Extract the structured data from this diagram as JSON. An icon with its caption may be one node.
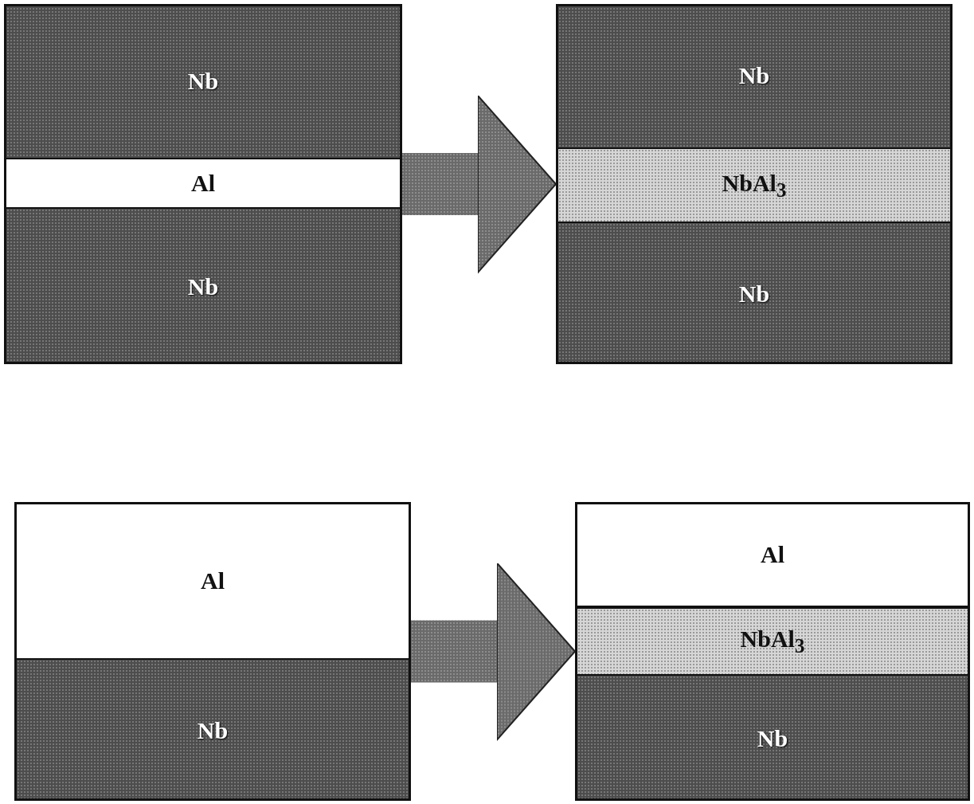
{
  "diagram": {
    "nodes": [
      {
        "text": [],
        "shape": "box"
      },
      {
        "text": [
          "Nb"
        ],
        "in": 0
      },
      {
        "text": [
          "Al"
        ],
        "in": 0
      },
      {
        "text": [
          "Nb"
        ],
        "in": 0
      },
      {
        "text": [],
        "shape": "box"
      },
      {
        "text": [
          "Nb"
        ],
        "in": 4
      },
      {
        "text": [
          "NbAl$_{3}$"
        ],
        "in": 4
      },
      {
        "text": [
          "Nb"
        ],
        "in": 4
      },
      {
        "text": [],
        "shape": "box"
      },
      {
        "text": [
          "Al"
        ],
        "in": 8
      },
      {
        "text": [
          "Nb"
        ],
        "in": 8
      },
      {
        "text": [],
        "shape": "box"
      },
      {
        "text": [
          "Al"
        ],
        "in": 11
      },
      {
        "text": [
          "NbAl$_{3}$"
        ],
        "in": 11
      },
      {
        "text": [
          "Nb"
        ],
        "in": 11
      }
    ],
    "edges": [
      {
        "from": 0,
        "to": 4,
        "arrow": "to"
      },
      {
        "from": 8,
        "to": 11,
        "arrow": "to"
      }
    ]
  }
}
